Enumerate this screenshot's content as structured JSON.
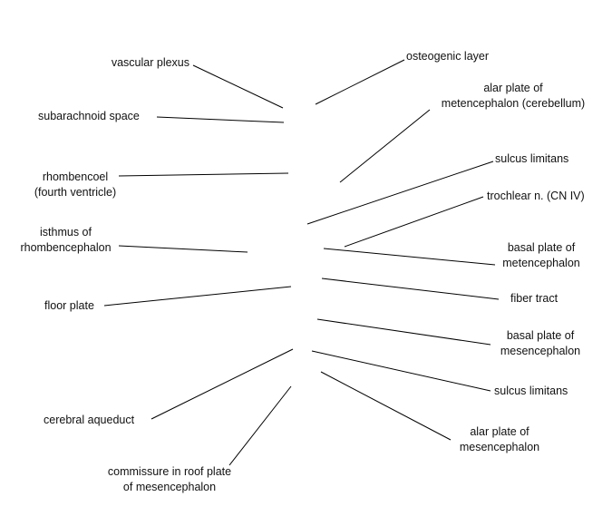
{
  "diagram": {
    "label_color": "#111111",
    "line_color": "#000000",
    "labels": {
      "vascular_plexus": {
        "lines": [
          "vascular plexus"
        ]
      },
      "subarachnoid_space": {
        "lines": [
          "subarachnoid space"
        ]
      },
      "rhombencoel": {
        "lines": [
          "rhombencoel",
          "(fourth ventricle)"
        ]
      },
      "isthmus": {
        "lines": [
          "isthmus of",
          "rhombencephalon"
        ]
      },
      "floor_plate": {
        "lines": [
          "floor plate"
        ]
      },
      "cerebral_aqueduct": {
        "lines": [
          "cerebral aqueduct"
        ]
      },
      "commissure": {
        "lines": [
          "commissure in roof plate",
          "of mesencephalon"
        ]
      },
      "osteogenic_layer": {
        "lines": [
          "osteogenic layer"
        ]
      },
      "alar_plate_metencephalon": {
        "lines": [
          "alar plate of",
          "metencephalon (cerebellum)"
        ]
      },
      "sulcus_limitans_upper": {
        "lines": [
          "sulcus limitans"
        ]
      },
      "trochlear_nerve": {
        "lines": [
          "trochlear n. (CN IV)"
        ]
      },
      "basal_plate_metencephalon": {
        "lines": [
          "basal plate of",
          "metencephalon"
        ]
      },
      "fiber_tract": {
        "lines": [
          "fiber tract"
        ]
      },
      "basal_plate_mesencephalon": {
        "lines": [
          "basal plate of",
          "mesencephalon"
        ]
      },
      "sulcus_limitans_lower": {
        "lines": [
          "sulcus limitans"
        ]
      },
      "alar_plate_mesencephalon": {
        "lines": [
          "alar plate of",
          "mesencephalon"
        ]
      }
    }
  }
}
